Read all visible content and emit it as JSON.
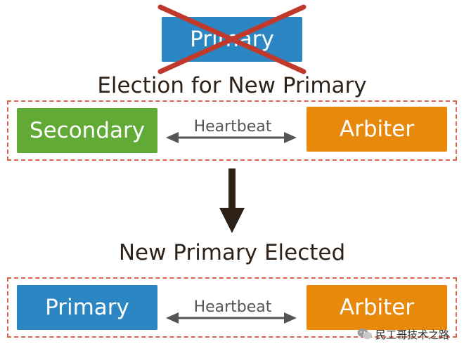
{
  "top_node": {
    "label": "Primary",
    "status": "failed"
  },
  "election": {
    "title": "Election for New Primary",
    "left_node": "Secondary",
    "link_label": "Heartbeat",
    "right_node": "Arbiter"
  },
  "result": {
    "title": "New Primary Elected",
    "left_node": "Primary",
    "link_label": "Heartbeat",
    "right_node": "Arbiter"
  },
  "watermark": {
    "text": "民工哥技术之路",
    "icon": "wechat-icon"
  },
  "colors": {
    "primary": "#2b86c3",
    "secondary": "#62aa36",
    "arbiter": "#e8890c",
    "cross": "#c0392b",
    "group_border": "#e0634b",
    "arrow": "#555555",
    "down_arrow": "#2e2218"
  }
}
